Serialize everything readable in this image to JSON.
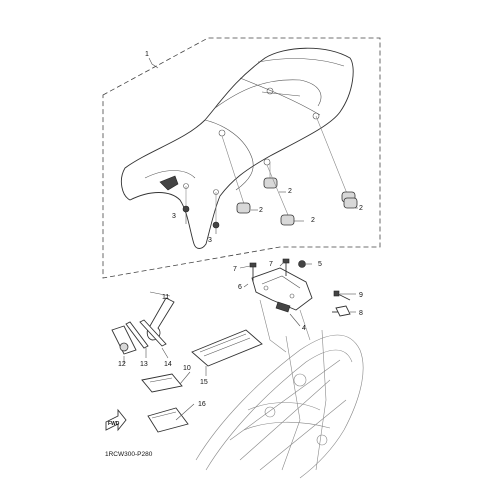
{
  "diagram_code": "1RCW300-P280",
  "fwd_label": "FWD",
  "callouts": {
    "seat_assembly": "1",
    "damper_1": "2",
    "damper_2": "2",
    "damper_3": "2",
    "damper_4": "2",
    "damper_5": "2",
    "screw_1": "3",
    "screw_2": "3",
    "bracket_bolt": "4",
    "nut": "5",
    "lock_bracket": "6",
    "bolt_1": "7",
    "bolt_2": "7",
    "bolt_3": "8",
    "bolt_4": "9",
    "holder": "10",
    "wrench": "11",
    "tool_band": "12",
    "tool_1": "13",
    "tool_2": "14",
    "manual_case": "15",
    "manual": "16"
  }
}
